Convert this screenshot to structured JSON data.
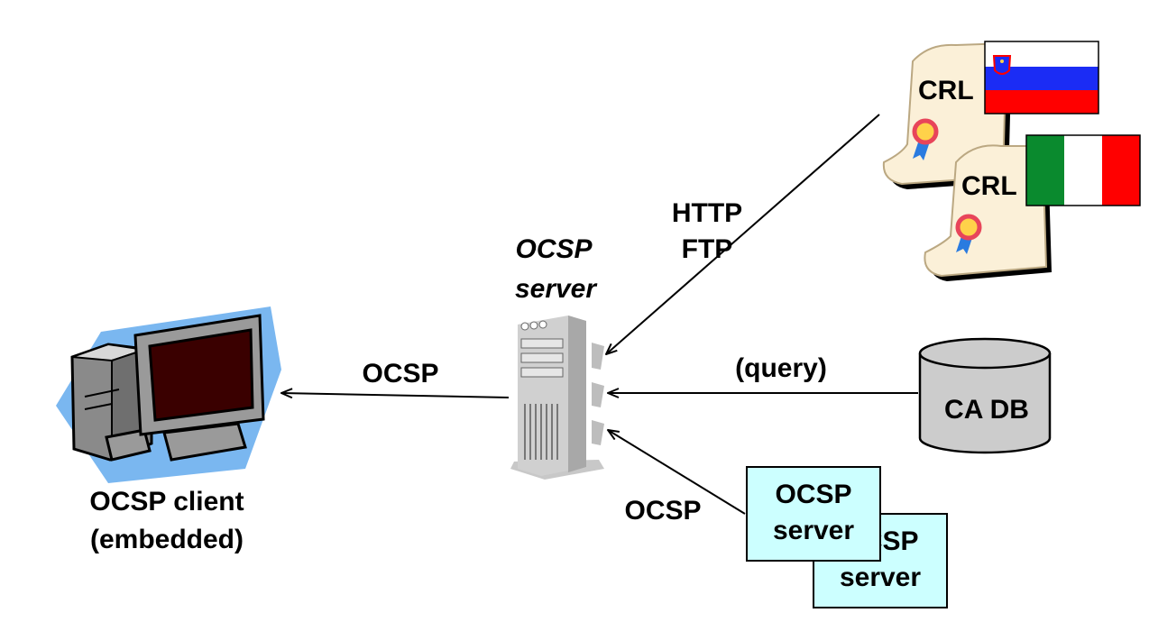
{
  "diagram": {
    "client": {
      "line1": "OCSP client",
      "line2": "(embedded)"
    },
    "server": {
      "line1": "OCSP",
      "line2": "server"
    },
    "crl_slovenia": {
      "label": "CRL"
    },
    "crl_italy": {
      "label": "CRL"
    },
    "ca_db": {
      "label": "CA DB"
    },
    "remote_server_front": {
      "line1": "OCSP",
      "line2": "server"
    },
    "remote_server_back": {
      "line1": "OCSP",
      "line2": "server"
    },
    "edges": {
      "server_to_client": "OCSP",
      "crl_to_server": {
        "line1": "HTTP",
        "line2": "FTP"
      },
      "db_to_server": "(query)",
      "remote_to_server": "OCSP"
    },
    "colors": {
      "client_backdrop": "#7ab7f0",
      "monitor_screen": "#3a0000",
      "remote_server_fill": "#ccffff",
      "db_fill": "#cccccc",
      "scroll_fill": "#fbf0d8",
      "flag_green": "#0a8a2e",
      "flag_red": "#ff0000",
      "flag_blue": "#1b2cf5"
    }
  }
}
